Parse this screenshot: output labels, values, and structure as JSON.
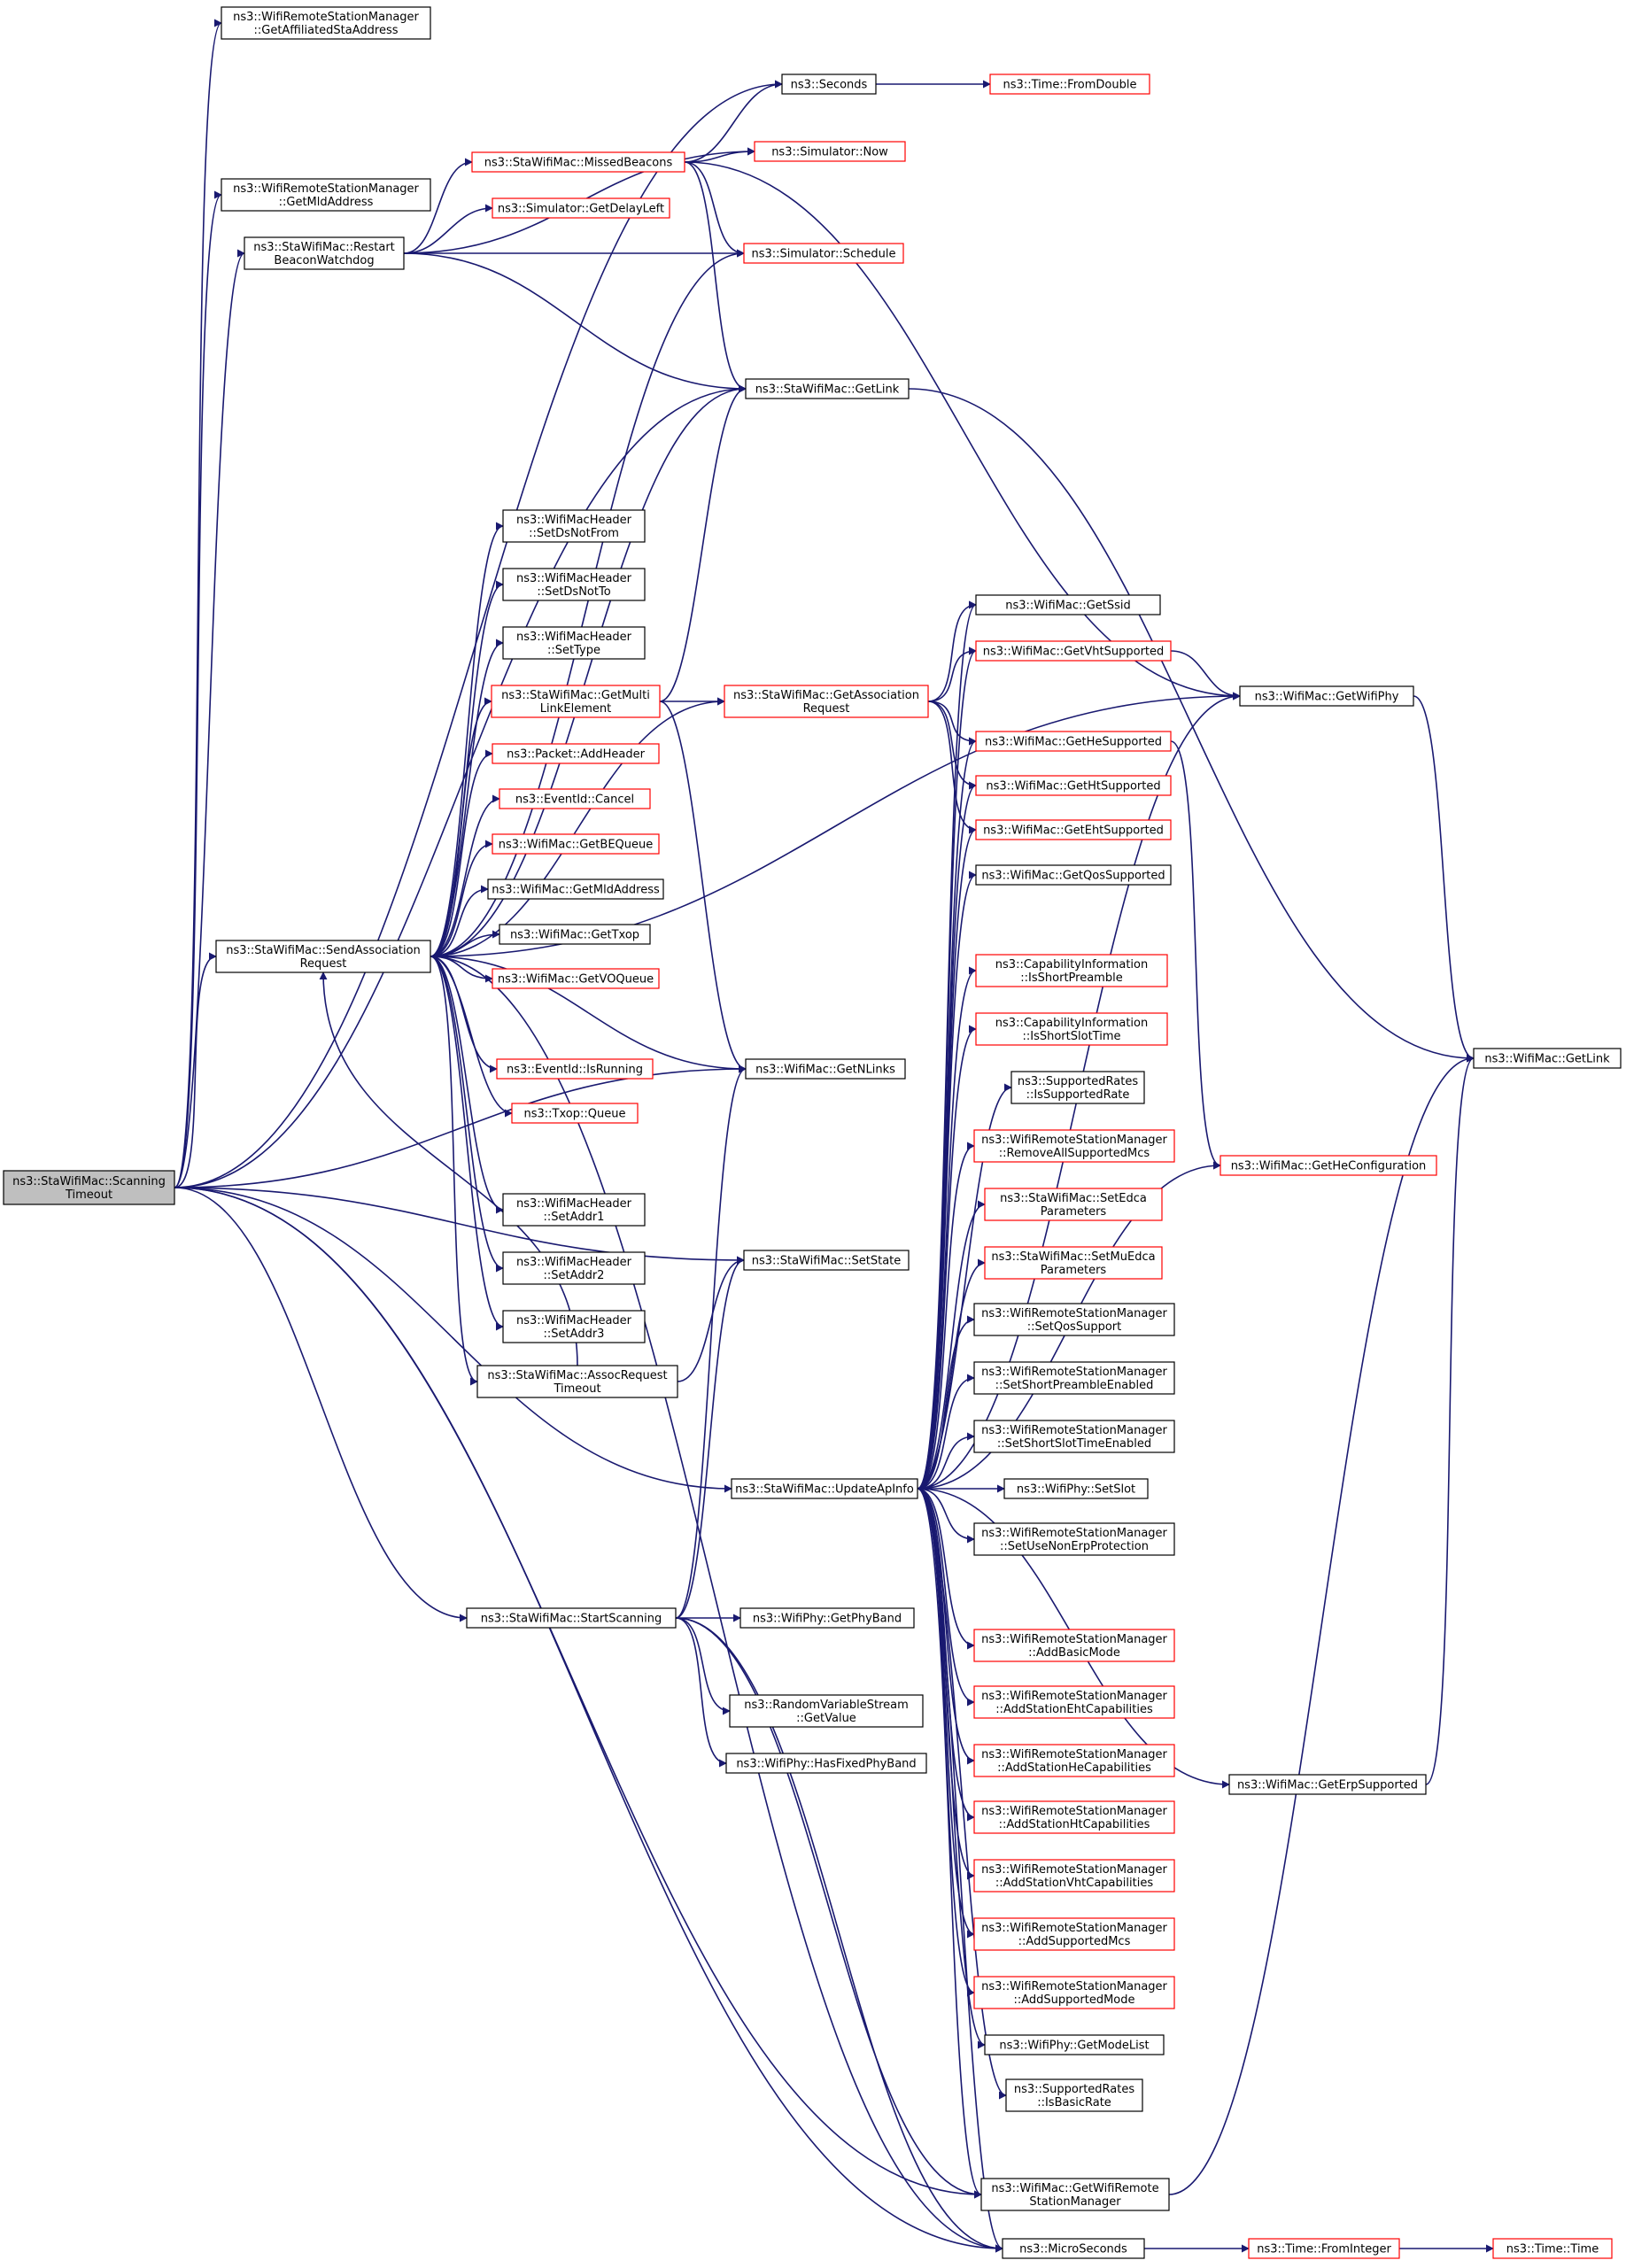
{
  "colors": {
    "edge": "#191970",
    "border_normal": "#000000",
    "border_incomplete": "#ff0000",
    "root_fill": "#bfbfbf",
    "background": "#ffffff"
  },
  "nodes": {
    "scanning_timeout": [
      "ns3::StaWifiMac::Scanning",
      "Timeout"
    ],
    "get_affiliated_sta_address": [
      "ns3::WifiRemoteStationManager",
      "::GetAffiliatedStaAddress"
    ],
    "seconds": [
      "ns3::Seconds"
    ],
    "time_from_double": [
      "ns3::Time::FromDouble"
    ],
    "missed_beacons": [
      "ns3::StaWifiMac::MissedBeacons"
    ],
    "simulator_now": [
      "ns3::Simulator::Now"
    ],
    "rsm_get_mld_address": [
      "ns3::WifiRemoteStationManager",
      "::GetMldAddress"
    ],
    "restart_beacon_watchdog": [
      "ns3::StaWifiMac::Restart",
      "BeaconWatchdog"
    ],
    "simulator_get_delay_left": [
      "ns3::Simulator::GetDelayLeft"
    ],
    "simulator_schedule": [
      "ns3::Simulator::Schedule"
    ],
    "sta_get_link": [
      "ns3::StaWifiMac::GetLink"
    ],
    "set_ds_not_from": [
      "ns3::WifiMacHeader",
      "::SetDsNotFrom"
    ],
    "set_ds_not_to": [
      "ns3::WifiMacHeader",
      "::SetDsNotTo"
    ],
    "set_type": [
      "ns3::WifiMacHeader",
      "::SetType"
    ],
    "get_multi_link_element": [
      "ns3::StaWifiMac::GetMulti",
      "LinkElement"
    ],
    "get_association_request": [
      "ns3::StaWifiMac::GetAssociation",
      "Request"
    ],
    "get_ssid": [
      "ns3::WifiMac::GetSsid"
    ],
    "get_vht_supported": [
      "ns3::WifiMac::GetVhtSupported"
    ],
    "get_wifi_phy": [
      "ns3::WifiMac::GetWifiPhy"
    ],
    "get_he_supported": [
      "ns3::WifiMac::GetHeSupported"
    ],
    "get_ht_supported": [
      "ns3::WifiMac::GetHtSupported"
    ],
    "get_eht_supported": [
      "ns3::WifiMac::GetEhtSupported"
    ],
    "get_qos_supported": [
      "ns3::WifiMac::GetQosSupported"
    ],
    "packet_add_header": [
      "ns3::Packet::AddHeader"
    ],
    "eventid_cancel": [
      "ns3::EventId::Cancel"
    ],
    "get_be_queue": [
      "ns3::WifiMac::GetBEQueue"
    ],
    "mac_get_mld_address": [
      "ns3::WifiMac::GetMldAddress"
    ],
    "get_txop": [
      "ns3::WifiMac::GetTxop"
    ],
    "get_vo_queue": [
      "ns3::WifiMac::GetVOQueue"
    ],
    "send_association_request": [
      "ns3::StaWifiMac::SendAssociation",
      "Request"
    ],
    "is_short_preamble": [
      "ns3::CapabilityInformation",
      "::IsShortPreamble"
    ],
    "is_short_slot_time": [
      "ns3::CapabilityInformation",
      "::IsShortSlotTime"
    ],
    "mac_get_link": [
      "ns3::WifiMac::GetLink"
    ],
    "eventid_is_running": [
      "ns3::EventId::IsRunning"
    ],
    "get_n_links": [
      "ns3::WifiMac::GetNLinks"
    ],
    "is_supported_rate": [
      "ns3::SupportedRates",
      "::IsSupportedRate"
    ],
    "txop_queue": [
      "ns3::Txop::Queue"
    ],
    "remove_all_supported_mcs": [
      "ns3::WifiRemoteStationManager",
      "::RemoveAllSupportedMcs"
    ],
    "get_he_configuration": [
      "ns3::WifiMac::GetHeConfiguration"
    ],
    "set_addr1": [
      "ns3::WifiMacHeader",
      "::SetAddr1"
    ],
    "set_edca_parameters": [
      "ns3::StaWifiMac::SetEdca",
      "Parameters"
    ],
    "set_state": [
      "ns3::StaWifiMac::SetState"
    ],
    "set_addr2": [
      "ns3::WifiMacHeader",
      "::SetAddr2"
    ],
    "set_mu_edca_parameters": [
      "ns3::StaWifiMac::SetMuEdca",
      "Parameters"
    ],
    "set_qos_support": [
      "ns3::WifiRemoteStationManager",
      "::SetQosSupport"
    ],
    "set_addr3": [
      "ns3::WifiMacHeader",
      "::SetAddr3"
    ],
    "assoc_request_timeout": [
      "ns3::StaWifiMac::AssocRequest",
      "Timeout"
    ],
    "set_short_preamble_enabled": [
      "ns3::WifiRemoteStationManager",
      "::SetShortPreambleEnabled"
    ],
    "set_short_slot_time_enabled": [
      "ns3::WifiRemoteStationManager",
      "::SetShortSlotTimeEnabled"
    ],
    "update_ap_info": [
      "ns3::StaWifiMac::UpdateApInfo"
    ],
    "phy_set_slot": [
      "ns3::WifiPhy::SetSlot"
    ],
    "set_use_non_erp_protection": [
      "ns3::WifiRemoteStationManager",
      "::SetUseNonErpProtection"
    ],
    "start_scanning": [
      "ns3::StaWifiMac::StartScanning"
    ],
    "get_phy_band": [
      "ns3::WifiPhy::GetPhyBand"
    ],
    "add_basic_mode": [
      "ns3::WifiRemoteStationManager",
      "::AddBasicMode"
    ],
    "random_variable_get_value": [
      "ns3::RandomVariableStream",
      "::GetValue"
    ],
    "add_station_eht_capabilities": [
      "ns3::WifiRemoteStationManager",
      "::AddStationEhtCapabilities"
    ],
    "has_fixed_phy_band": [
      "ns3::WifiPhy::HasFixedPhyBand"
    ],
    "add_station_he_capabilities": [
      "ns3::WifiRemoteStationManager",
      "::AddStationHeCapabilities"
    ],
    "get_erp_supported": [
      "ns3::WifiMac::GetErpSupported"
    ],
    "add_station_ht_capabilities": [
      "ns3::WifiRemoteStationManager",
      "::AddStationHtCapabilities"
    ],
    "add_station_vht_capabilities": [
      "ns3::WifiRemoteStationManager",
      "::AddStationVhtCapabilities"
    ],
    "add_supported_mcs": [
      "ns3::WifiRemoteStationManager",
      "::AddSupportedMcs"
    ],
    "add_supported_mode": [
      "ns3::WifiRemoteStationManager",
      "::AddSupportedMode"
    ],
    "get_mode_list": [
      "ns3::WifiPhy::GetModeList"
    ],
    "is_basic_rate": [
      "ns3::SupportedRates",
      "::IsBasicRate"
    ],
    "get_wifi_remote_station_manager": [
      "ns3::WifiMac::GetWifiRemote",
      "StationManager"
    ],
    "micro_seconds": [
      "ns3::MicroSeconds"
    ],
    "time_from_integer": [
      "ns3::Time::FromInteger"
    ],
    "time_time": [
      "ns3::Time::Time"
    ]
  }
}
